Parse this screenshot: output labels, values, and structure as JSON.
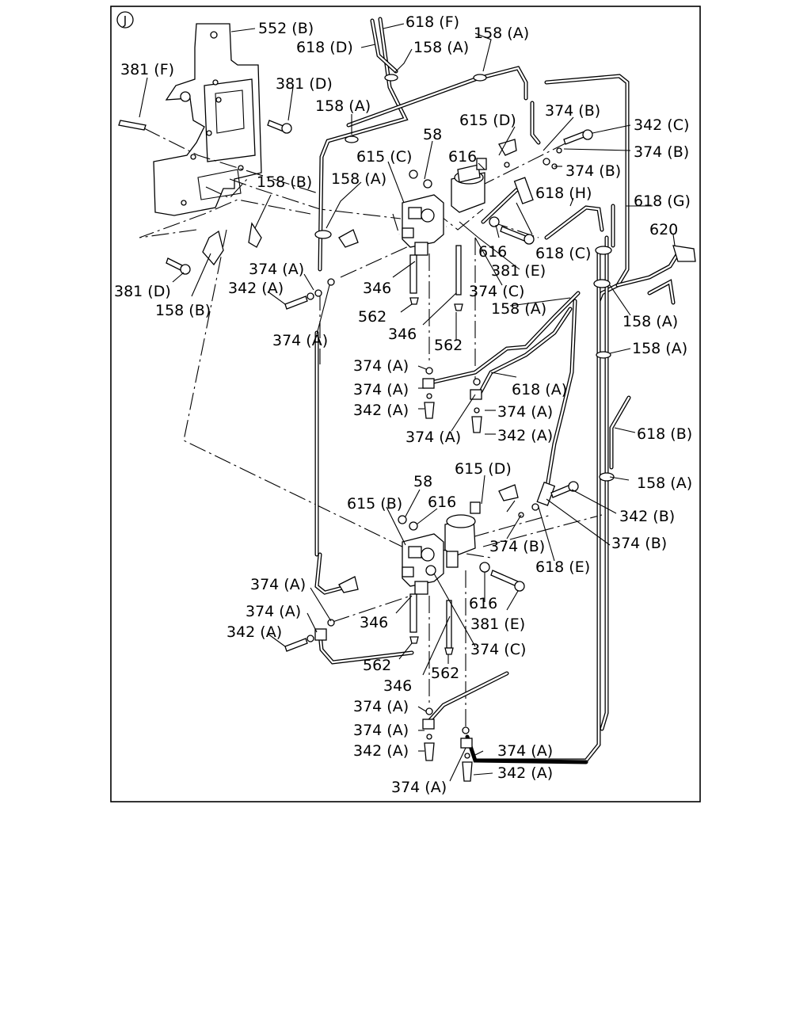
{
  "view_marker": "J",
  "callouts": [
    {
      "id": "c552b-top",
      "text": "552 (B)"
    },
    {
      "id": "c618f",
      "text": "618 (F)"
    },
    {
      "id": "c618d",
      "text": "618 (D)"
    },
    {
      "id": "c158a-1",
      "text": "158 (A)"
    },
    {
      "id": "c158a-2",
      "text": "158 (A)"
    },
    {
      "id": "c381f",
      "text": "381 (F)"
    },
    {
      "id": "c381d-1",
      "text": "381 (D)"
    },
    {
      "id": "c158a-3",
      "text": "158 (A)"
    },
    {
      "id": "c615d-1",
      "text": "615 (D)"
    },
    {
      "id": "c374b-1",
      "text": "374 (B)"
    },
    {
      "id": "c342c",
      "text": "342 (C)"
    },
    {
      "id": "c374b-2",
      "text": "374 (B)"
    },
    {
      "id": "c374b-3",
      "text": "374 (B)"
    },
    {
      "id": "c58-1",
      "text": "58"
    },
    {
      "id": "c615c",
      "text": "615 (C)"
    },
    {
      "id": "c616-1",
      "text": "616"
    },
    {
      "id": "c158b-1",
      "text": "158 (B)"
    },
    {
      "id": "c158a-4",
      "text": "158 (A)"
    },
    {
      "id": "c618h",
      "text": "618 (H)"
    },
    {
      "id": "c618g",
      "text": "618 (G)"
    },
    {
      "id": "c620",
      "text": "620"
    },
    {
      "id": "c616-2",
      "text": "616"
    },
    {
      "id": "c618c",
      "text": "618 (C)"
    },
    {
      "id": "c374a-1",
      "text": "374 (A)"
    },
    {
      "id": "c381e-1",
      "text": "381 (E)"
    },
    {
      "id": "c342a-1",
      "text": "342 (A)"
    },
    {
      "id": "c346-1",
      "text": "346"
    },
    {
      "id": "c374c-1",
      "text": "374 (C)"
    },
    {
      "id": "c381d-2",
      "text": "381 (D)"
    },
    {
      "id": "c158a-5",
      "text": "158 (A)"
    },
    {
      "id": "c158b-2",
      "text": "158 (B)"
    },
    {
      "id": "c562-1",
      "text": "562"
    },
    {
      "id": "c158a-6",
      "text": "158 (A)"
    },
    {
      "id": "c374a-2",
      "text": "374 (A)"
    },
    {
      "id": "c346-2",
      "text": "346"
    },
    {
      "id": "c562-2",
      "text": "562"
    },
    {
      "id": "c158a-7",
      "text": "158 (A)"
    },
    {
      "id": "c374a-3",
      "text": "374 (A)"
    },
    {
      "id": "c618a",
      "text": "618 (A)"
    },
    {
      "id": "c374a-4",
      "text": "374 (A)"
    },
    {
      "id": "c342a-2",
      "text": "342 (A)"
    },
    {
      "id": "c374a-5",
      "text": "374 (A)"
    },
    {
      "id": "c374a-6",
      "text": "374 (A)"
    },
    {
      "id": "c342a-3",
      "text": "342 (A)"
    },
    {
      "id": "c618b",
      "text": "618 (B)"
    },
    {
      "id": "c615d-2",
      "text": "615 (D)"
    },
    {
      "id": "c158a-8",
      "text": "158 (A)"
    },
    {
      "id": "c58-2",
      "text": "58"
    },
    {
      "id": "c615b",
      "text": "615 (B)"
    },
    {
      "id": "c616-3",
      "text": "616"
    },
    {
      "id": "c342b",
      "text": "342 (B)"
    },
    {
      "id": "c374b-4",
      "text": "374 (B)"
    },
    {
      "id": "c374b-5",
      "text": "374 (B)"
    },
    {
      "id": "c618e",
      "text": "618 (E)"
    },
    {
      "id": "c374a-7",
      "text": "374 (A)"
    },
    {
      "id": "c616-4",
      "text": "616"
    },
    {
      "id": "c374a-8",
      "text": "374 (A)"
    },
    {
      "id": "c346-3",
      "text": "346"
    },
    {
      "id": "c381e-2",
      "text": "381 (E)"
    },
    {
      "id": "c342a-4",
      "text": "342 (A)"
    },
    {
      "id": "c374c-2",
      "text": "374 (C)"
    },
    {
      "id": "c562-3",
      "text": "562"
    },
    {
      "id": "c346-4",
      "text": "346"
    },
    {
      "id": "c562-4",
      "text": "562"
    },
    {
      "id": "c374a-9",
      "text": "374 (A)"
    },
    {
      "id": "c374a-10",
      "text": "374 (A)"
    },
    {
      "id": "c342a-5",
      "text": "342 (A)"
    },
    {
      "id": "c374a-11",
      "text": "374 (A)"
    },
    {
      "id": "c342a-6",
      "text": "342 (A)"
    },
    {
      "id": "c374a-12",
      "text": "374 (A)"
    }
  ]
}
